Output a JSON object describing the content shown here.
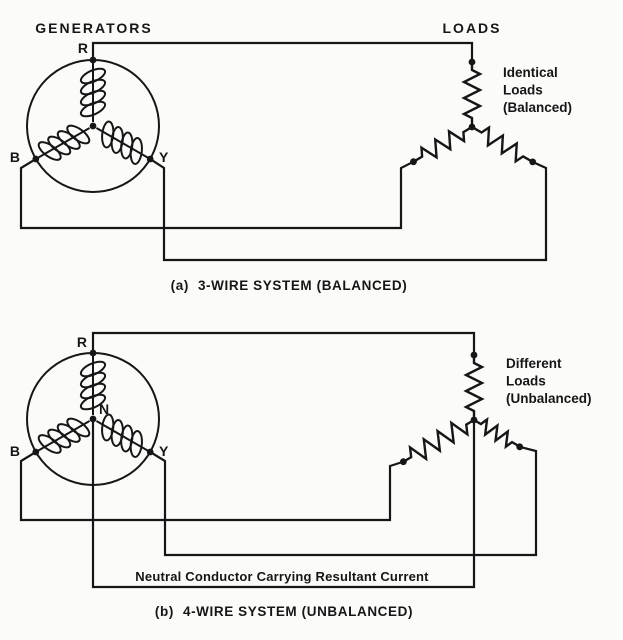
{
  "figure": {
    "background_color": "#fbfbf9",
    "ink_color": "#161616",
    "generators_heading": "GENERATORS",
    "loads_heading": "LOADS"
  },
  "diagram_a": {
    "terminals": {
      "r": "R",
      "b": "B",
      "y": "Y"
    },
    "load_note_lines": [
      "Identical",
      "Loads",
      "(Balanced)"
    ],
    "caption_prefix": "(a)",
    "caption_text": "3-WIRE SYSTEM (BALANCED)"
  },
  "diagram_b": {
    "terminals": {
      "r": "R",
      "b": "B",
      "y": "Y",
      "n": "N"
    },
    "load_note_lines": [
      "Different",
      "Loads",
      "(Unbalanced)"
    ],
    "caption_prefix": "(b)",
    "caption_text": "4-WIRE SYSTEM (UNBALANCED)",
    "neutral_label": "Neutral Conductor Carrying Resultant Current"
  }
}
